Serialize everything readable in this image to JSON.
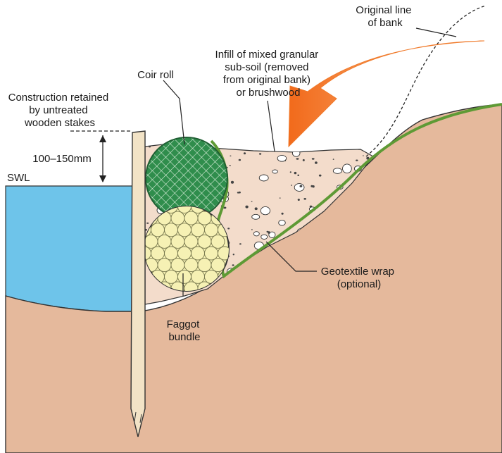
{
  "labels": {
    "original_line": [
      "Original line",
      "of bank"
    ],
    "infill": [
      "Infill of mixed granular",
      "sub-soil (removed",
      "from original bank)",
      "or brushwood"
    ],
    "coir_roll": "Coir roll",
    "construction": [
      "Construction retained",
      "by untreated",
      "wooden stakes"
    ],
    "gap": "100–150mm",
    "swl": "SWL",
    "faggot": [
      "Faggot",
      "bundle"
    ],
    "geotextile": [
      "Geotextile wrap",
      "(optional)"
    ]
  },
  "colors": {
    "water": "#6ec4ea",
    "soil": "#e5b99c",
    "infill": "#f3dccb",
    "coir": "#2e8b4a",
    "geotextile": "#5e9a35",
    "faggot": "#f6f1b4",
    "stake": "#f2e3c6",
    "arrow": "#f07a2a"
  }
}
